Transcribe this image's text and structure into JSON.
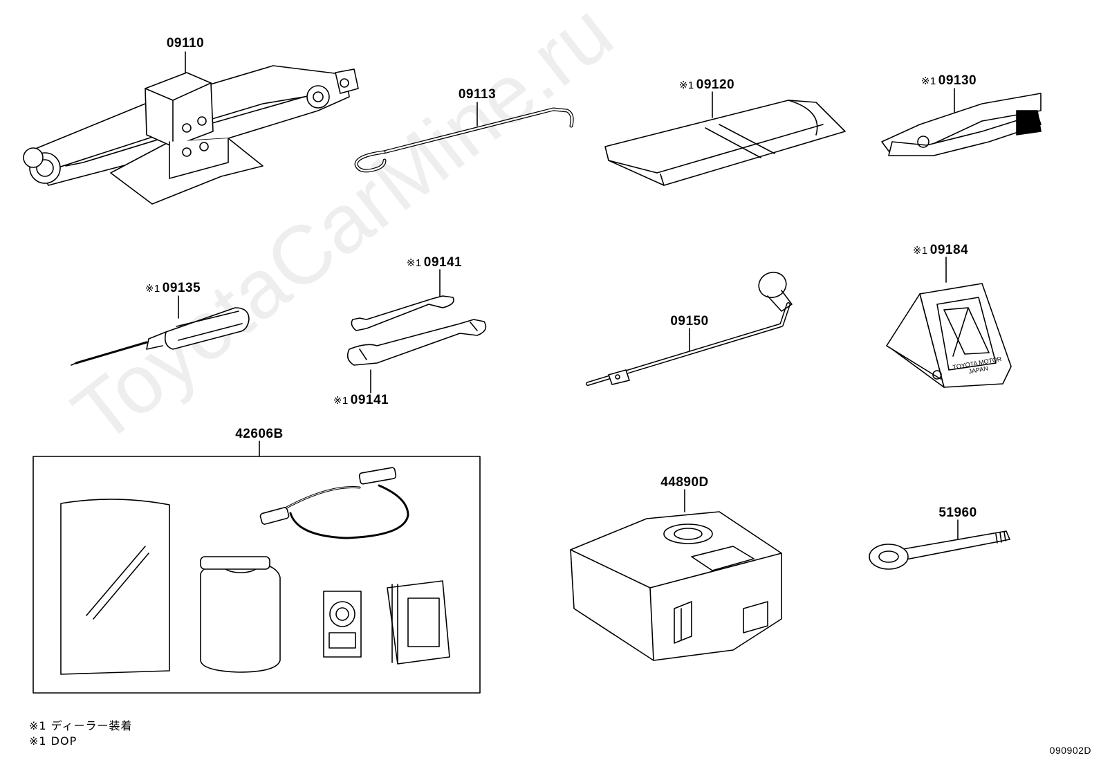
{
  "watermark": "ToyotaCarMine.ru",
  "mark": "※1",
  "parts": [
    {
      "id": "p09110",
      "marked": false,
      "number": "09110",
      "name": "jack"
    },
    {
      "id": "p09113",
      "marked": false,
      "number": "09113",
      "name": "jack-handle"
    },
    {
      "id": "p09120",
      "marked": true,
      "number": "09120",
      "name": "tool-bag"
    },
    {
      "id": "p09130",
      "marked": true,
      "number": "09130",
      "name": "pliers"
    },
    {
      "id": "p09135",
      "marked": true,
      "number": "09135",
      "name": "screwdriver"
    },
    {
      "id": "p09141a",
      "marked": true,
      "number": "09141",
      "name": "wrench-upper"
    },
    {
      "id": "p09141b",
      "marked": true,
      "number": "09141",
      "name": "wrench-lower"
    },
    {
      "id": "p09150",
      "marked": false,
      "number": "09150",
      "name": "wheel-nut-wrench"
    },
    {
      "id": "p09184",
      "marked": true,
      "number": "09184",
      "name": "wheel-chock"
    },
    {
      "id": "p42606B",
      "marked": false,
      "number": "42606B",
      "name": "tire-repair-kit"
    },
    {
      "id": "p44890D",
      "marked": false,
      "number": "44890D",
      "name": "compressor"
    },
    {
      "id": "p51960",
      "marked": false,
      "number": "51960",
      "name": "towing-eye"
    }
  ],
  "notes": [
    "※1 ディーラー装着",
    "※1 DOP"
  ],
  "diagram_code": "090902D",
  "tire_kit_inner": {
    "card_text": "",
    "label_text": ""
  },
  "chock_text": [
    "TOYOTA MOTOR",
    "JAPAN"
  ]
}
